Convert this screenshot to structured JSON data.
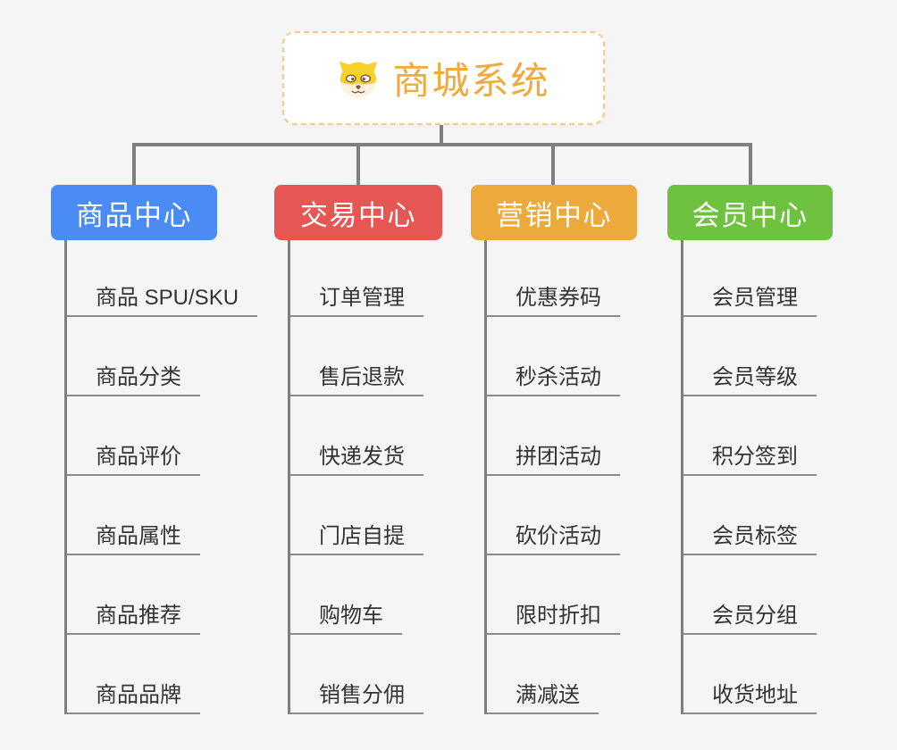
{
  "root": {
    "title": "商城系统",
    "icon": "dog-logo-icon",
    "text_color": "#f2a93c",
    "border_color": "#f6c988",
    "background": "#ffffff"
  },
  "branches": [
    {
      "label": "商品中心",
      "color": "#4a8cf3",
      "children": [
        "商品 SPU/SKU",
        "商品分类",
        "商品评价",
        "商品属性",
        "商品推荐",
        "商品品牌"
      ]
    },
    {
      "label": "交易中心",
      "color": "#e65753",
      "children": [
        "订单管理",
        "售后退款",
        "快递发货",
        "门店自提",
        "购物车",
        "销售分佣"
      ]
    },
    {
      "label": "营销中心",
      "color": "#eca93c",
      "children": [
        "优惠券码",
        "秒杀活动",
        "拼团活动",
        "砍价活动",
        "限时折扣",
        "满减送"
      ]
    },
    {
      "label": "会员中心",
      "color": "#6ec23f",
      "children": [
        "会员管理",
        "会员等级",
        "积分签到",
        "会员标签",
        "会员分组",
        "收货地址"
      ]
    }
  ],
  "colors": {
    "canvas_background": "#f5f5f5",
    "connector": "#7f7f7f",
    "leaf_underline": "#8c8c8c",
    "leaf_text": "#333333",
    "node_text": "#ffffff"
  }
}
